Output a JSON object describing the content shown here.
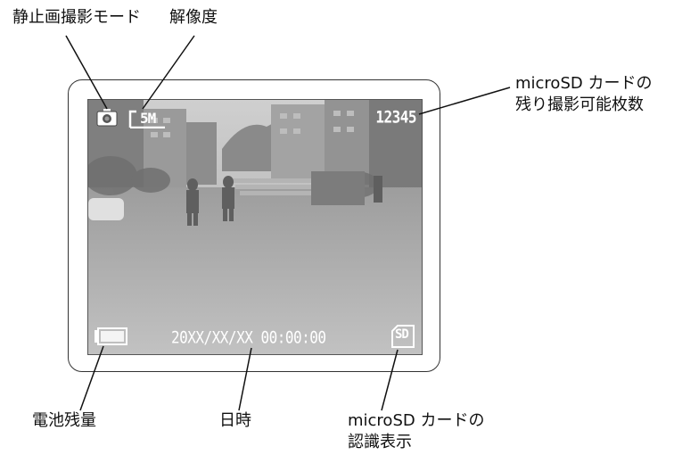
{
  "callouts": {
    "still_mode": "静止画撮影モード",
    "resolution": "解像度",
    "remaining_line1": "microSD カードの",
    "remaining_line2": "残り撮影可能枚数",
    "battery": "電池残量",
    "datetime": "日時",
    "sd_recognition_line1": "microSD カードの",
    "sd_recognition_line2": "認識表示"
  },
  "screen": {
    "resolution_value": "5M",
    "remaining_count": "12345",
    "datetime_value": "20XX/XX/XX 00:00:00",
    "sd_label": "SD"
  },
  "icons": {
    "camera": "camera-icon",
    "battery": "battery-icon",
    "sd_card": "sd-card-icon"
  },
  "colors": {
    "osd_text": "#ffffff",
    "outline": "#333333"
  }
}
